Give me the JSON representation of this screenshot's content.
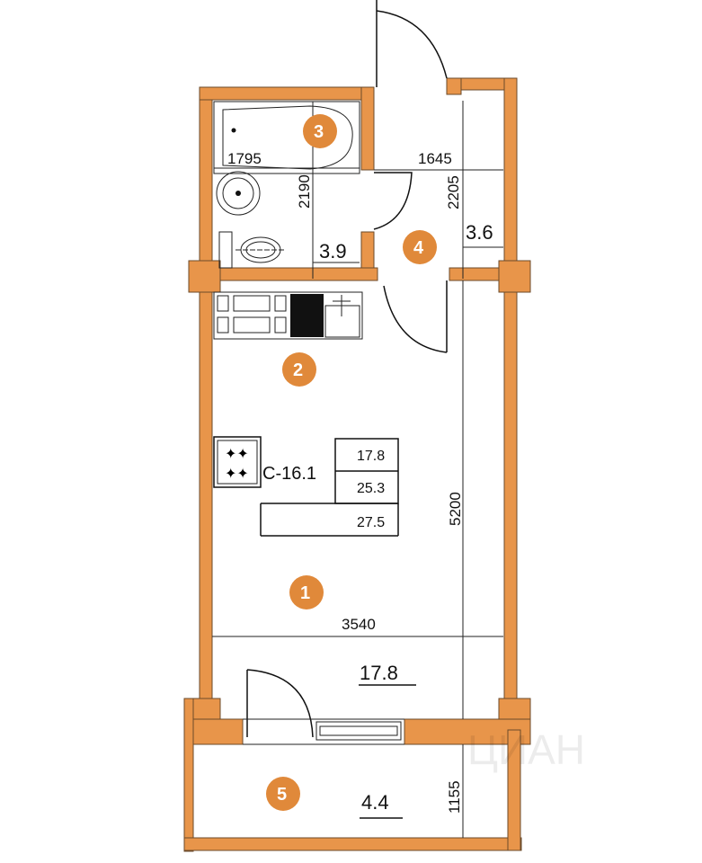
{
  "plan": {
    "rooms": [
      {
        "number": "1",
        "area": "17.8"
      },
      {
        "number": "2"
      },
      {
        "number": "3",
        "area": "3.9"
      },
      {
        "number": "4",
        "area": "3.6"
      },
      {
        "number": "5",
        "area": "4.4"
      }
    ],
    "dimensions": {
      "bath_width": "1795",
      "bath_depth": "2190",
      "hall_width": "1645",
      "hall_depth": "2205",
      "room_depth": "5200",
      "room_width": "3540",
      "balcony_depth": "1155"
    },
    "summary": {
      "code": "С-16.1",
      "living_area": "17.8",
      "usable_area": "25.3",
      "total_area": "27.5"
    },
    "watermark": "ЦИАН",
    "colors": {
      "wall": "#E8954A",
      "badge": "#E0893A"
    }
  }
}
